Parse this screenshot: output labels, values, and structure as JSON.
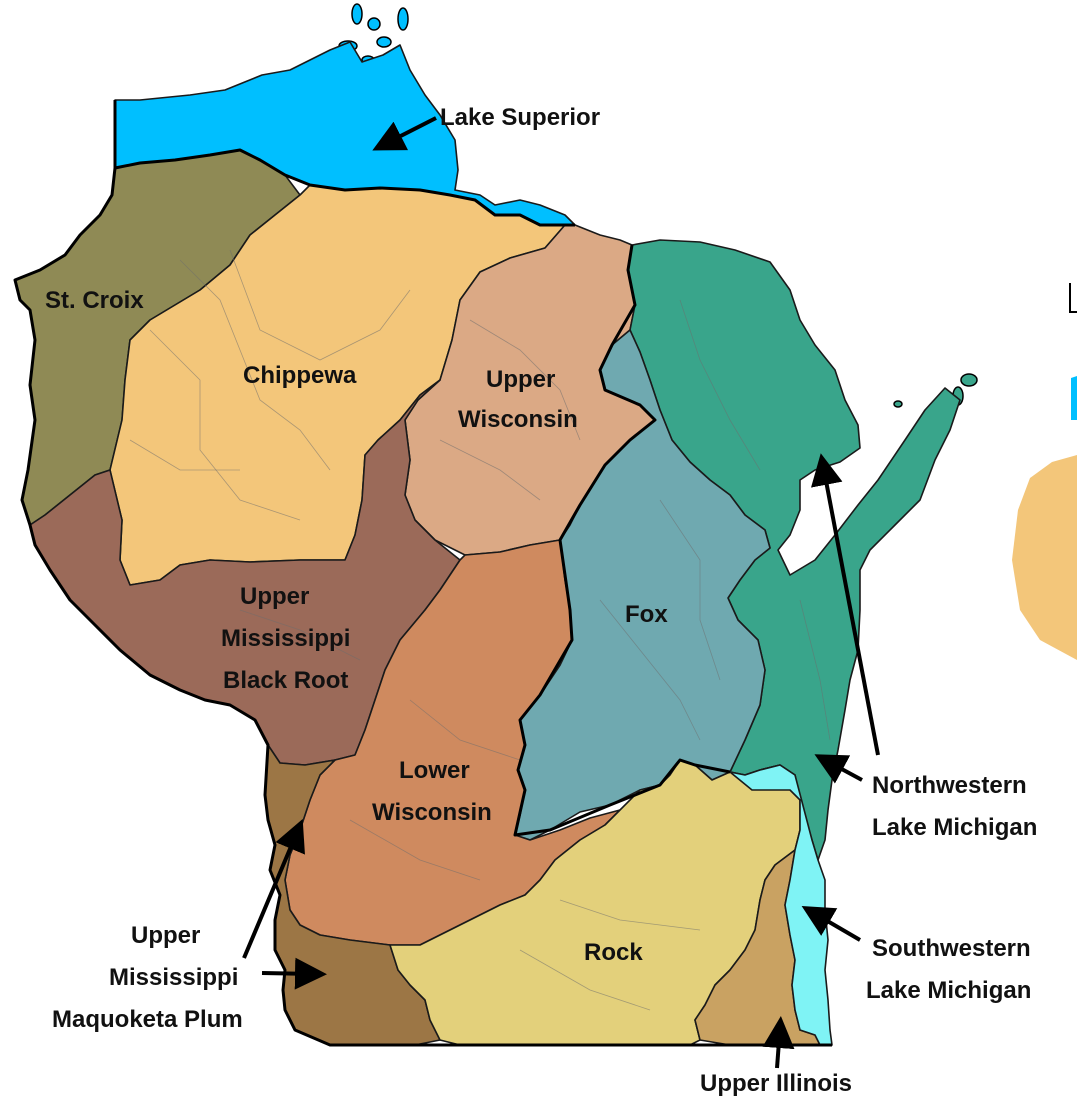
{
  "map": {
    "basins": [
      {
        "id": "lake-superior",
        "name": "Lake Superior",
        "color": "#00bfff"
      },
      {
        "id": "st-croix",
        "name": "St. Croix",
        "color": "#8f8a55"
      },
      {
        "id": "chippewa",
        "name": "Chippewa",
        "color": "#f3c67a"
      },
      {
        "id": "upper-wisconsin",
        "name_line1": "Upper",
        "name_line2": "Wisconsin",
        "color": "#dba985"
      },
      {
        "id": "northwestern-lake-michigan",
        "name_line1": "Northwestern",
        "name_line2": "Lake Michigan",
        "color": "#39a58b"
      },
      {
        "id": "fox",
        "name": "Fox",
        "color": "#6fa9b0"
      },
      {
        "id": "upper-mississippi-black-root",
        "name_line1": "Upper",
        "name_line2": "Mississippi",
        "name_line3": "Black Root",
        "color": "#9b6a59"
      },
      {
        "id": "lower-wisconsin",
        "name_line1": "Lower",
        "name_line2": "Wisconsin",
        "color": "#cf8a5f"
      },
      {
        "id": "upper-mississippi-maquoketa-plum",
        "name_line1": "Upper",
        "name_line2": "Mississippi",
        "name_line3": "Maquoketa Plum",
        "color": "#9c7645"
      },
      {
        "id": "rock",
        "name": "Rock",
        "color": "#e3d07b"
      },
      {
        "id": "upper-illinois",
        "name": "Upper Illinois",
        "color": "#c9a262"
      },
      {
        "id": "southwestern-lake-michigan",
        "name_line1": "Southwestern",
        "name_line2": "Lake Michigan",
        "color": "#7ff3f5"
      }
    ]
  }
}
